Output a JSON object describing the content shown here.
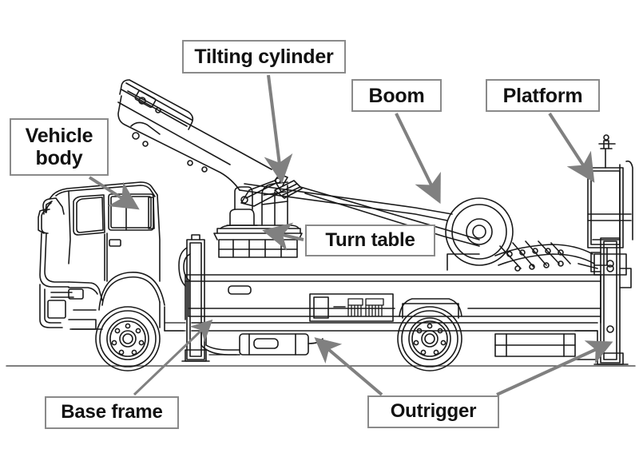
{
  "diagram": {
    "title": "Aerial work platform truck component diagram",
    "type": "technical-line-drawing",
    "background_color": "#ffffff",
    "line_color": "#1a1a1a",
    "leader_color": "#808080",
    "label_border_color": "#8a8a8a",
    "label_text_color": "#111111",
    "ground_line": true
  },
  "labels": {
    "tilting_cylinder": "Tilting cylinder",
    "boom": "Boom",
    "platform": "Platform",
    "vehicle_body_line1": "Vehicle",
    "vehicle_body_line2": "body",
    "turn_table": "Turn table",
    "base_frame": "Base frame",
    "outrigger": "Outrigger"
  },
  "components": [
    {
      "name": "Tilting cylinder",
      "callout": "label-tilting-cylinder",
      "target": "cylinder between turntable post and boom"
    },
    {
      "name": "Boom",
      "callout": "label-boom",
      "target": "telescoping boom sections stowed over bed"
    },
    {
      "name": "Platform",
      "callout": "label-platform",
      "target": "work basket at rear"
    },
    {
      "name": "Vehicle body",
      "callout": "label-vehicle-body",
      "target": "truck cab"
    },
    {
      "name": "Turn table",
      "callout": "label-turn-table",
      "target": "rotating turntable with operator seat"
    },
    {
      "name": "Base frame",
      "callout": "label-base-frame",
      "target": "chassis sub-frame under bed"
    },
    {
      "name": "Outrigger",
      "callout": "label-outrigger",
      "target": "front and rear stabilizer legs"
    }
  ]
}
